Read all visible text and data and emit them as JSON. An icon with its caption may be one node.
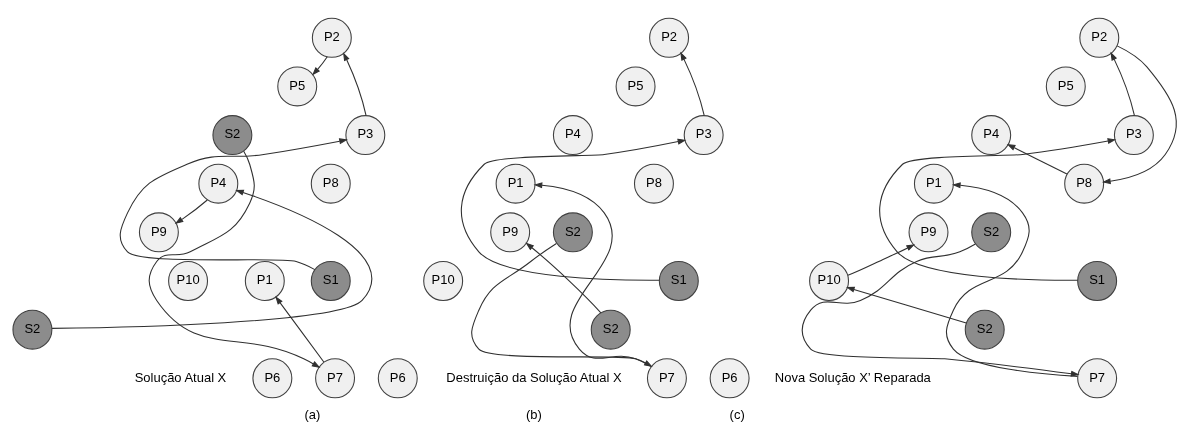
{
  "diagram": {
    "nodes": [
      {
        "text": [
          "P2"
        ]
      },
      {
        "text": [
          "P3"
        ]
      },
      {
        "text": [
          "P5"
        ]
      },
      {
        "text": [
          "P8"
        ]
      },
      {
        "text": [
          "S1"
        ]
      },
      {
        "text": [
          "P7"
        ]
      },
      {
        "text": [
          "S2"
        ]
      },
      {
        "text": [
          "P4"
        ]
      },
      {
        "text": [
          "P9"
        ]
      },
      {
        "text": [
          "S2"
        ]
      },
      {
        "text": [
          "P1"
        ]
      },
      {
        "text": [
          "P6"
        ]
      },
      {
        "text": [
          "P10"
        ]
      },
      {
        "text": [
          "P2"
        ]
      },
      {
        "text": [
          "P3"
        ]
      },
      {
        "text": [
          "P5"
        ]
      },
      {
        "text": [
          "P7"
        ]
      },
      {
        "text": [
          "P8"
        ]
      },
      {
        "text": [
          "S1"
        ]
      },
      {
        "text": [
          "S2"
        ]
      },
      {
        "text": [
          "P4"
        ]
      },
      {
        "text": [
          "P1"
        ]
      },
      {
        "text": [
          "S2"
        ]
      },
      {
        "text": [
          "P9"
        ]
      },
      {
        "text": [
          "P6"
        ]
      },
      {
        "text": [
          "P10"
        ]
      },
      {
        "text": [
          "P2"
        ]
      },
      {
        "text": [
          "P3"
        ]
      },
      {
        "text": [
          "P5"
        ]
      },
      {
        "text": [
          "P7"
        ]
      },
      {
        "text": [
          "P8"
        ]
      },
      {
        "text": [
          "S1"
        ]
      },
      {
        "text": [
          "S2"
        ]
      },
      {
        "text": [
          "P4"
        ]
      },
      {
        "text": [
          "P1"
        ]
      },
      {
        "text": [
          "S2"
        ]
      },
      {
        "text": [
          "P9"
        ]
      },
      {
        "text": [
          "P6"
        ]
      },
      {
        "text": [
          "P10"
        ]
      }
    ],
    "edges": [
      {
        "from": 1,
        "to": 0,
        "arrow": "to"
      },
      {
        "from": 0,
        "to": 2,
        "arrow": "to"
      },
      {
        "from": 4,
        "to": 1,
        "arrow": "to"
      },
      {
        "from": 6,
        "to": 5,
        "arrow": "to"
      },
      {
        "from": 5,
        "to": 10,
        "arrow": "to"
      },
      {
        "from": 9,
        "to": 7,
        "arrow": "to"
      },
      {
        "from": 7,
        "to": 8,
        "arrow": "to"
      },
      {
        "from": 14,
        "to": 13,
        "arrow": "to"
      },
      {
        "from": 18,
        "to": 14,
        "arrow": "to"
      },
      {
        "from": 19,
        "to": 16,
        "arrow": "to"
      },
      {
        "from": 16,
        "to": 21,
        "arrow": "to"
      },
      {
        "from": 22,
        "to": 23,
        "arrow": "to"
      },
      {
        "from": 27,
        "to": 26,
        "arrow": "to"
      },
      {
        "from": 26,
        "to": 30,
        "arrow": "to"
      },
      {
        "from": 30,
        "to": 33,
        "arrow": "to"
      },
      {
        "from": 31,
        "to": 27,
        "arrow": "to"
      },
      {
        "from": 32,
        "to": 29,
        "arrow": "to"
      },
      {
        "from": 29,
        "to": 34,
        "arrow": "to"
      },
      {
        "from": 35,
        "to": 38,
        "arrow": "to"
      },
      {
        "from": 38,
        "to": 36,
        "arrow": "to"
      }
    ],
    "labels": [
      "Solução Atual X",
      "(a)",
      "Destruição da Solução Atual X",
      "(b)",
      "Nova Solução X’ Reparada",
      "(c)"
    ]
  }
}
